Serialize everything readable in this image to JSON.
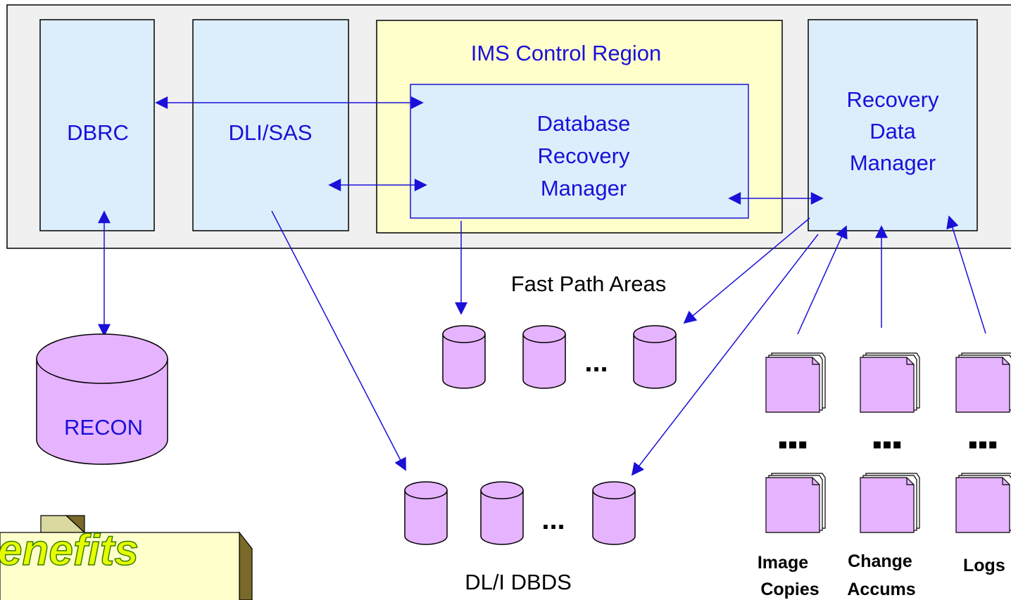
{
  "components": {
    "dbrc": "DBRC",
    "dli_sas": "DLI/SAS",
    "ims_control_region": "IMS Control Region",
    "database_recovery_manager": [
      "Database",
      "Recovery",
      "Manager"
    ],
    "recovery_data_manager": [
      "Recovery",
      "Data",
      "Manager"
    ]
  },
  "storage": {
    "recon": "RECON",
    "fast_path_areas": "Fast Path Areas",
    "dli_dbds": "DL/I DBDS",
    "ellipsis": "...",
    "ellipsis_bold": "▪▪▪"
  },
  "inputs": {
    "image_copies": [
      "Image",
      "Copies"
    ],
    "change_accums": [
      "Change",
      "Accums"
    ],
    "logs": "Logs"
  },
  "callout": {
    "text": "enefits"
  },
  "colors": {
    "arrow": "#1a10d8",
    "box_fill": "#dceefc",
    "region_fill": "#ffffcc",
    "cylinder_fill": "#e6b3ff",
    "frame_fill": "#f0f0f0"
  }
}
